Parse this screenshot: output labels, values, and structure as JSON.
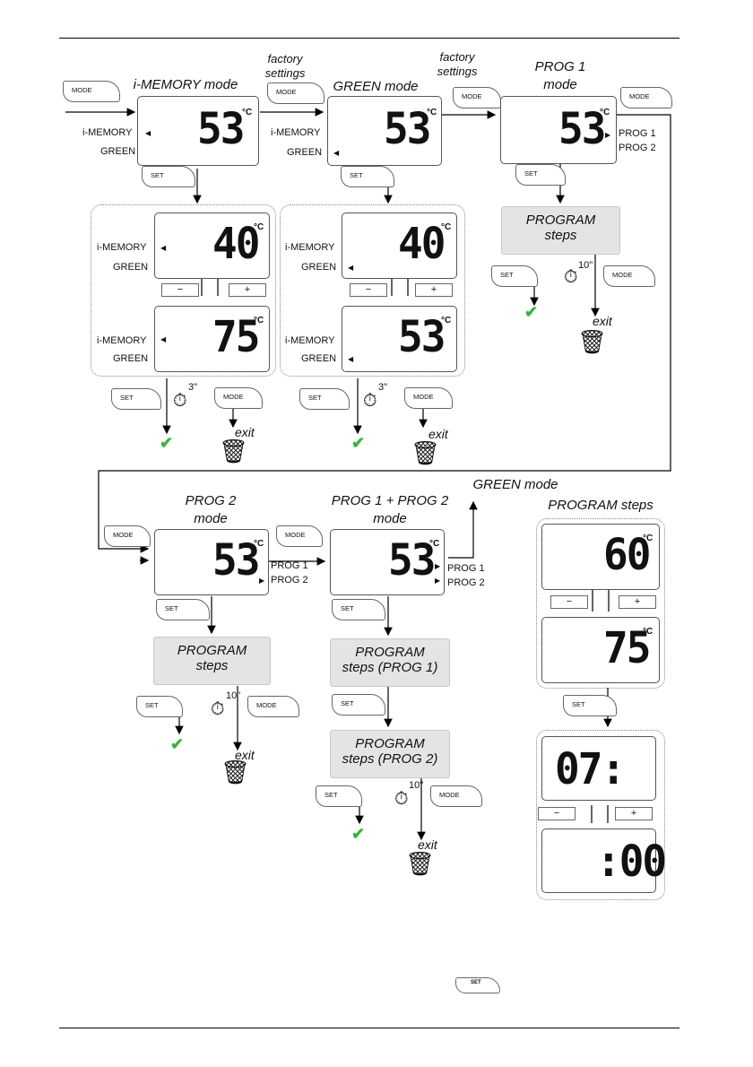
{
  "imemory_mode": {
    "title": "i-MEMORY mode",
    "factory": "factory",
    "settings": "settings",
    "mode_key": "MODE",
    "set_key": "SET",
    "display": "53",
    "deg": "°C",
    "lbl1": "i-MEMORY",
    "lbl2": "GREEN"
  },
  "green_mode": {
    "title": "GREEN mode",
    "factory": "factory",
    "settings": "settings",
    "mode_key": "MODE",
    "set_key": "SET",
    "display": "53",
    "deg": "°C",
    "lbl1": "i-MEMORY",
    "lbl2": "GREEN"
  },
  "prog1_mode": {
    "title1": "PROG 1",
    "title2": "mode",
    "mode_key": "MODE",
    "mode_key2": "MODE",
    "set_key": "SET",
    "display": "53",
    "deg": "°C",
    "lbl1": "PROG 1",
    "lbl2": "PROG 2",
    "steps1": "PROGRAM",
    "steps2": "steps",
    "set_key2": "SET",
    "timer": "10\"",
    "exit": "exit"
  },
  "imemory_adjust": {
    "d1": "40",
    "d2": "75",
    "deg": "°C",
    "lbl1": "i-MEMORY",
    "lbl2": "GREEN",
    "minus": "−",
    "plus": "+",
    "set_key": "SET",
    "mode_key": "MODE",
    "timer": "3\"",
    "exit": "exit"
  },
  "green_adjust": {
    "d1": "40",
    "d2": "53",
    "deg": "°C",
    "lbl1": "i-MEMORY",
    "lbl2": "GREEN",
    "minus": "−",
    "plus": "+",
    "set_key": "SET",
    "mode_key": "MODE",
    "timer": "3\"",
    "exit": "exit"
  },
  "prog2_mode": {
    "title1": "PROG 2",
    "title2": "mode",
    "mode_key": "MODE",
    "set_key": "SET",
    "display": "53",
    "deg": "°C",
    "lbl1": "PROG 1",
    "lbl2": "PROG 2",
    "steps1": "PROGRAM",
    "steps2": "steps",
    "set_key2": "SET",
    "mode_key2": "MODE",
    "timer": "10\"",
    "exit": "exit"
  },
  "prog12_mode": {
    "title1": "PROG 1 + PROG 2",
    "title2": "mode",
    "green_link": "GREEN mode",
    "mode_key": "MODE",
    "set_key": "SET",
    "display": "53",
    "deg": "°C",
    "lbl1": "PROG 1",
    "lbl2": "PROG 2",
    "s1a": "PROGRAM",
    "s1b": "steps (PROG 1)",
    "set_key2": "SET",
    "s2a": "PROGRAM",
    "s2b": "steps (PROG 2)",
    "set_key3": "SET",
    "mode_key2": "MODE",
    "timer": "10\"",
    "exit": "exit"
  },
  "program_steps": {
    "title": "PROGRAM steps",
    "d1": "60",
    "d2": "75",
    "deg": "°C",
    "minus": "−",
    "plus": "+",
    "set_key": "SET",
    "d3": "07:",
    "d4": ":00",
    "minus2": "−",
    "plus2": "+"
  },
  "footer": {
    "set_key": "SET"
  }
}
